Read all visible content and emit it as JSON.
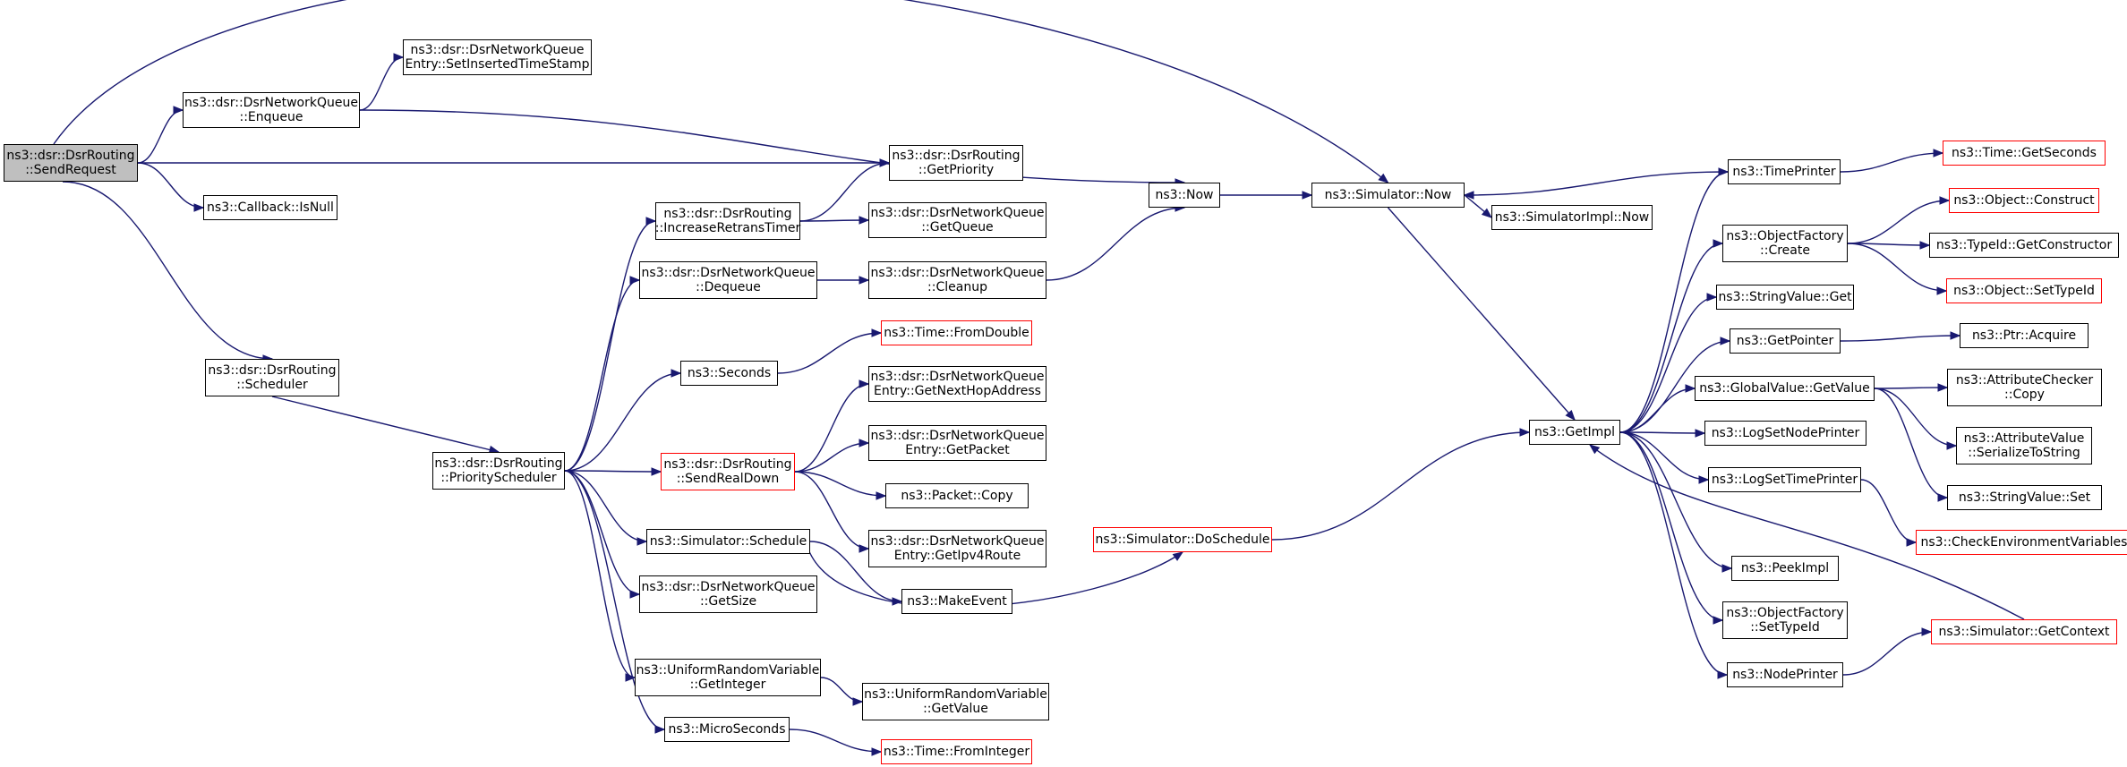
{
  "colors": {
    "edge": "#191970",
    "node_border": "#000000",
    "truncated_border": "#ff0000",
    "root_fill": "#bfbfbf"
  },
  "nodes": [
    {
      "id": "sendrequest",
      "lines": [
        "ns3::dsr::DsrRouting",
        "::SendRequest"
      ],
      "style": "root"
    },
    {
      "id": "settimestamp",
      "lines": [
        "ns3::dsr::DsrNetworkQueue",
        "Entry::SetInsertedTimeStamp"
      ],
      "style": "normal"
    },
    {
      "id": "enqueue",
      "lines": [
        "ns3::dsr::DsrNetworkQueue",
        "::Enqueue"
      ],
      "style": "normal"
    },
    {
      "id": "isnull",
      "lines": [
        "ns3::Callback::IsNull"
      ],
      "style": "normal"
    },
    {
      "id": "scheduler",
      "lines": [
        "ns3::dsr::DsrRouting",
        "::Scheduler"
      ],
      "style": "normal"
    },
    {
      "id": "priorityscheduler",
      "lines": [
        "ns3::dsr::DsrRouting",
        "::PriorityScheduler"
      ],
      "style": "normal"
    },
    {
      "id": "increaseretrans",
      "lines": [
        "ns3::dsr::DsrRouting",
        "::IncreaseRetransTimer"
      ],
      "style": "normal"
    },
    {
      "id": "dequeue",
      "lines": [
        "ns3::dsr::DsrNetworkQueue",
        "::Dequeue"
      ],
      "style": "normal"
    },
    {
      "id": "seconds",
      "lines": [
        "ns3::Seconds"
      ],
      "style": "normal"
    },
    {
      "id": "sendrealdown",
      "lines": [
        "ns3::dsr::DsrRouting",
        "::SendRealDown"
      ],
      "style": "truncated"
    },
    {
      "id": "schedule",
      "lines": [
        "ns3::Simulator::Schedule"
      ],
      "style": "normal"
    },
    {
      "id": "getsize",
      "lines": [
        "ns3::dsr::DsrNetworkQueue",
        "::GetSize"
      ],
      "style": "normal"
    },
    {
      "id": "getinteger",
      "lines": [
        "ns3::UniformRandomVariable",
        "::GetInteger"
      ],
      "style": "normal"
    },
    {
      "id": "microseconds",
      "lines": [
        "ns3::MicroSeconds"
      ],
      "style": "normal"
    },
    {
      "id": "getpriority",
      "lines": [
        "ns3::dsr::DsrRouting",
        "::GetPriority"
      ],
      "style": "normal"
    },
    {
      "id": "getqueue",
      "lines": [
        "ns3::dsr::DsrNetworkQueue",
        "::GetQueue"
      ],
      "style": "normal"
    },
    {
      "id": "cleanup",
      "lines": [
        "ns3::dsr::DsrNetworkQueue",
        "::Cleanup"
      ],
      "style": "normal"
    },
    {
      "id": "fromdouble",
      "lines": [
        "ns3::Time::FromDouble"
      ],
      "style": "truncated"
    },
    {
      "id": "getnexthop",
      "lines": [
        "ns3::dsr::DsrNetworkQueue",
        "Entry::GetNextHopAddress"
      ],
      "style": "normal"
    },
    {
      "id": "getpacket",
      "lines": [
        "ns3::dsr::DsrNetworkQueue",
        "Entry::GetPacket"
      ],
      "style": "normal"
    },
    {
      "id": "packetcopy",
      "lines": [
        "ns3::Packet::Copy"
      ],
      "style": "normal"
    },
    {
      "id": "getipv4route",
      "lines": [
        "ns3::dsr::DsrNetworkQueue",
        "Entry::GetIpv4Route"
      ],
      "style": "normal"
    },
    {
      "id": "makeevent",
      "lines": [
        "ns3::MakeEvent"
      ],
      "style": "normal"
    },
    {
      "id": "getvalue",
      "lines": [
        "ns3::UniformRandomVariable",
        "::GetValue"
      ],
      "style": "normal"
    },
    {
      "id": "frominteger",
      "lines": [
        "ns3::Time::FromInteger"
      ],
      "style": "truncated"
    },
    {
      "id": "now",
      "lines": [
        "ns3::Now"
      ],
      "style": "normal"
    },
    {
      "id": "doschedule",
      "lines": [
        "ns3::Simulator::DoSchedule"
      ],
      "style": "truncated"
    },
    {
      "id": "simnow",
      "lines": [
        "ns3::Simulator::Now"
      ],
      "style": "normal"
    },
    {
      "id": "simimplnow",
      "lines": [
        "ns3::SimulatorImpl::Now"
      ],
      "style": "normal"
    },
    {
      "id": "getimpl",
      "lines": [
        "ns3::GetImpl"
      ],
      "style": "normal"
    },
    {
      "id": "timeprinter",
      "lines": [
        "ns3::TimePrinter"
      ],
      "style": "normal"
    },
    {
      "id": "ofcreate",
      "lines": [
        "ns3::ObjectFactory",
        "::Create"
      ],
      "style": "normal"
    },
    {
      "id": "stringvalueget",
      "lines": [
        "ns3::StringValue::Get"
      ],
      "style": "normal"
    },
    {
      "id": "getpointer",
      "lines": [
        "ns3::GetPointer"
      ],
      "style": "normal"
    },
    {
      "id": "globalvalue",
      "lines": [
        "ns3::GlobalValue::GetValue"
      ],
      "style": "normal"
    },
    {
      "id": "logsetnode",
      "lines": [
        "ns3::LogSetNodePrinter"
      ],
      "style": "normal"
    },
    {
      "id": "logsettime",
      "lines": [
        "ns3::LogSetTimePrinter"
      ],
      "style": "normal"
    },
    {
      "id": "peekimpl",
      "lines": [
        "ns3::PeekImpl"
      ],
      "style": "normal"
    },
    {
      "id": "ofsettypeid",
      "lines": [
        "ns3::ObjectFactory",
        "::SetTypeId"
      ],
      "style": "normal"
    },
    {
      "id": "nodeprinter",
      "lines": [
        "ns3::NodePrinter"
      ],
      "style": "normal"
    },
    {
      "id": "getseconds",
      "lines": [
        "ns3::Time::GetSeconds"
      ],
      "style": "truncated"
    },
    {
      "id": "construct",
      "lines": [
        "ns3::Object::Construct"
      ],
      "style": "truncated"
    },
    {
      "id": "getconstructor",
      "lines": [
        "ns3::TypeId::GetConstructor"
      ],
      "style": "normal"
    },
    {
      "id": "objsettypeid",
      "lines": [
        "ns3::Object::SetTypeId"
      ],
      "style": "truncated"
    },
    {
      "id": "ptracquire",
      "lines": [
        "ns3::Ptr::Acquire"
      ],
      "style": "normal"
    },
    {
      "id": "attrcheckercopy",
      "lines": [
        "ns3::AttributeChecker",
        "::Copy"
      ],
      "style": "normal"
    },
    {
      "id": "attrvalueser",
      "lines": [
        "ns3::AttributeValue",
        "::SerializeToString"
      ],
      "style": "normal"
    },
    {
      "id": "stringvalueset",
      "lines": [
        "ns3::StringValue::Set"
      ],
      "style": "normal"
    },
    {
      "id": "checkenv",
      "lines": [
        "ns3::CheckEnvironmentVariables"
      ],
      "style": "truncated"
    },
    {
      "id": "getcontext",
      "lines": [
        "ns3::Simulator::GetContext"
      ],
      "style": "truncated"
    }
  ],
  "edges": [
    [
      "sendrequest",
      "enqueue"
    ],
    [
      "sendrequest",
      "simnow"
    ],
    [
      "sendrequest",
      "getpriority"
    ],
    [
      "sendrequest",
      "isnull"
    ],
    [
      "sendrequest",
      "scheduler"
    ],
    [
      "enqueue",
      "settimestamp"
    ],
    [
      "enqueue",
      "now"
    ],
    [
      "scheduler",
      "priorityscheduler"
    ],
    [
      "priorityscheduler",
      "increaseretrans"
    ],
    [
      "priorityscheduler",
      "dequeue"
    ],
    [
      "priorityscheduler",
      "seconds"
    ],
    [
      "priorityscheduler",
      "sendrealdown"
    ],
    [
      "priorityscheduler",
      "schedule"
    ],
    [
      "priorityscheduler",
      "getsize"
    ],
    [
      "priorityscheduler",
      "getinteger"
    ],
    [
      "priorityscheduler",
      "microseconds"
    ],
    [
      "increaseretrans",
      "getpriority"
    ],
    [
      "increaseretrans",
      "getqueue"
    ],
    [
      "dequeue",
      "cleanup"
    ],
    [
      "cleanup",
      "now"
    ],
    [
      "seconds",
      "fromdouble"
    ],
    [
      "sendrealdown",
      "getnexthop"
    ],
    [
      "sendrealdown",
      "getpacket"
    ],
    [
      "sendrealdown",
      "packetcopy"
    ],
    [
      "sendrealdown",
      "getipv4route"
    ],
    [
      "schedule",
      "makeevent"
    ],
    [
      "schedule",
      "doschedule"
    ],
    [
      "getinteger",
      "getvalue"
    ],
    [
      "microseconds",
      "frominteger"
    ],
    [
      "now",
      "simnow"
    ],
    [
      "simnow",
      "simimplnow"
    ],
    [
      "simnow",
      "getimpl"
    ],
    [
      "doschedule",
      "getimpl"
    ],
    [
      "getimpl",
      "timeprinter"
    ],
    [
      "getimpl",
      "ofcreate"
    ],
    [
      "getimpl",
      "stringvalueget"
    ],
    [
      "getimpl",
      "getpointer"
    ],
    [
      "getimpl",
      "globalvalue"
    ],
    [
      "getimpl",
      "logsetnode"
    ],
    [
      "getimpl",
      "logsettime"
    ],
    [
      "getimpl",
      "peekimpl"
    ],
    [
      "getimpl",
      "ofsettypeid"
    ],
    [
      "getimpl",
      "nodeprinter"
    ],
    [
      "timeprinter",
      "simnow"
    ],
    [
      "timeprinter",
      "getseconds"
    ],
    [
      "ofcreate",
      "construct"
    ],
    [
      "ofcreate",
      "getconstructor"
    ],
    [
      "ofcreate",
      "objsettypeid"
    ],
    [
      "getpointer",
      "ptracquire"
    ],
    [
      "globalvalue",
      "attrcheckercopy"
    ],
    [
      "globalvalue",
      "attrvalueser"
    ],
    [
      "globalvalue",
      "stringvalueset"
    ],
    [
      "logsettime",
      "checkenv"
    ],
    [
      "nodeprinter",
      "getcontext"
    ],
    [
      "getcontext",
      "getimpl"
    ]
  ]
}
